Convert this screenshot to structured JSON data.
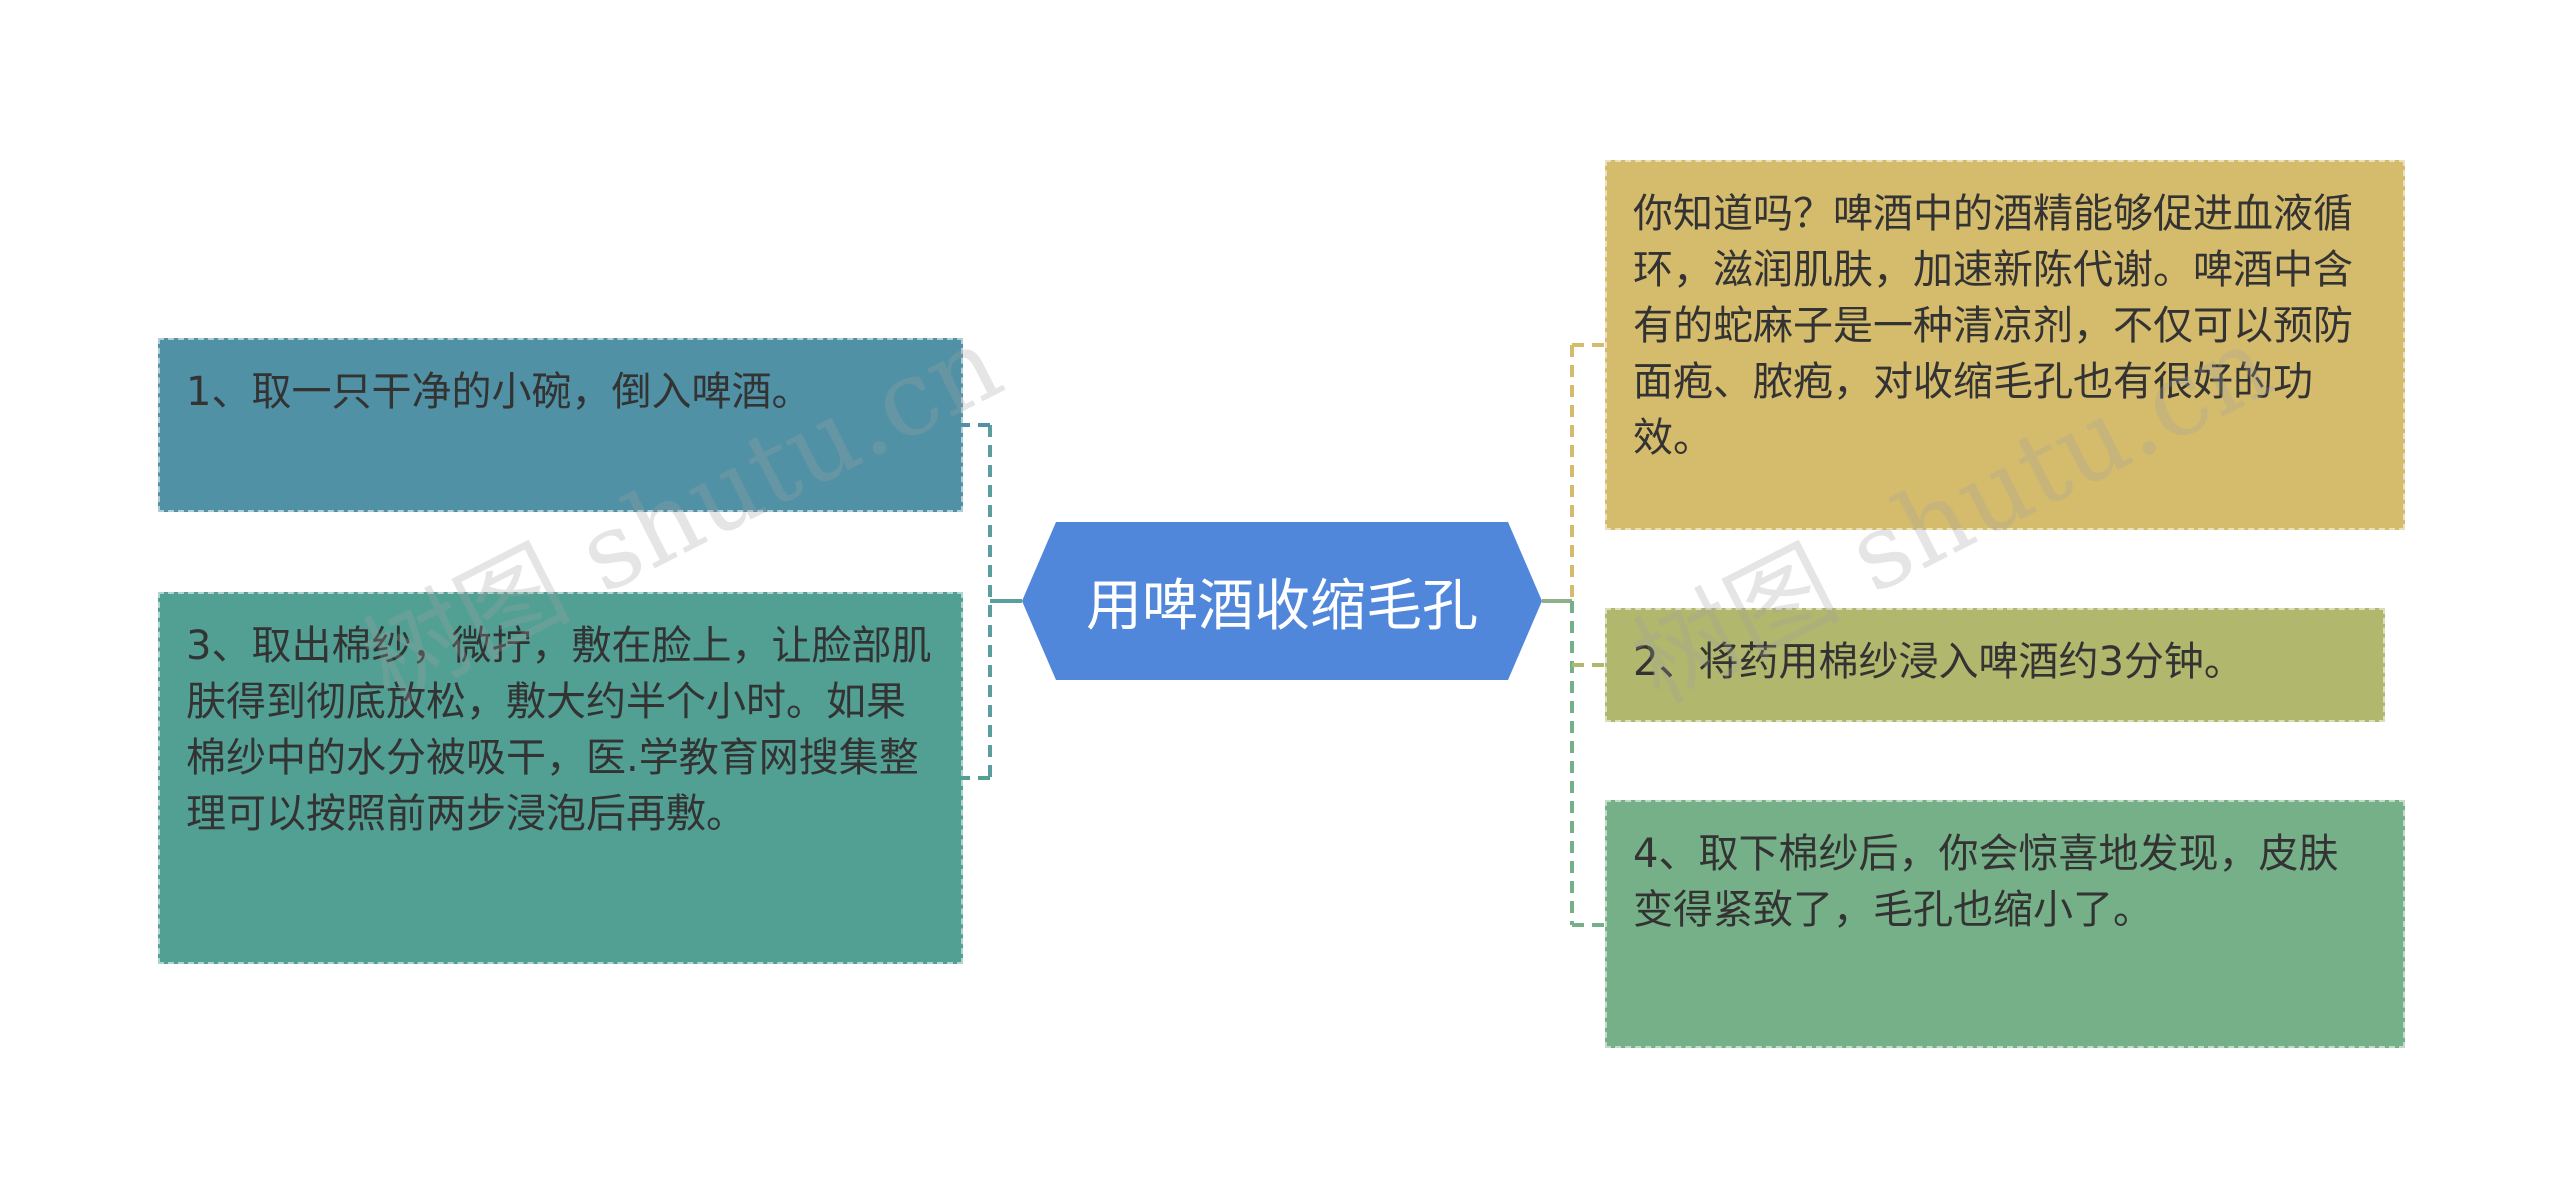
{
  "center": {
    "title": "用啤酒收缩毛孔",
    "color": "#5187DB"
  },
  "left_nodes": [
    {
      "text": "1、取一只干净的小碗，倒入啤酒。",
      "color": "#5091A5"
    },
    {
      "text": "3、取出棉纱，微拧，敷在脸上，让脸部肌肤得到彻底放松，敷大约半个小时。如果棉纱中的水分被吸干，医.学教育网搜集整理可以按照前两步浸泡后再敷。",
      "color": "#52A094"
    }
  ],
  "right_nodes": [
    {
      "text": "你知道吗？啤酒中的酒精能够促进血液循环，滋润肌肤，加速新陈代谢。啤酒中含有的蛇麻子是一种清凉剂，不仅可以预防面疱、脓疱，对收缩毛孔也有很好的功效。",
      "color": "#D5BC6C"
    },
    {
      "text": "2、将药用棉纱浸入啤酒约3分钟。",
      "color": "#B1B76D"
    },
    {
      "text": "4、取下棉纱后，你会惊喜地发现，皮肤变得紧致了，毛孔也缩小了。",
      "color": "#76B088"
    }
  ],
  "watermark": "树图 shutu.cn"
}
